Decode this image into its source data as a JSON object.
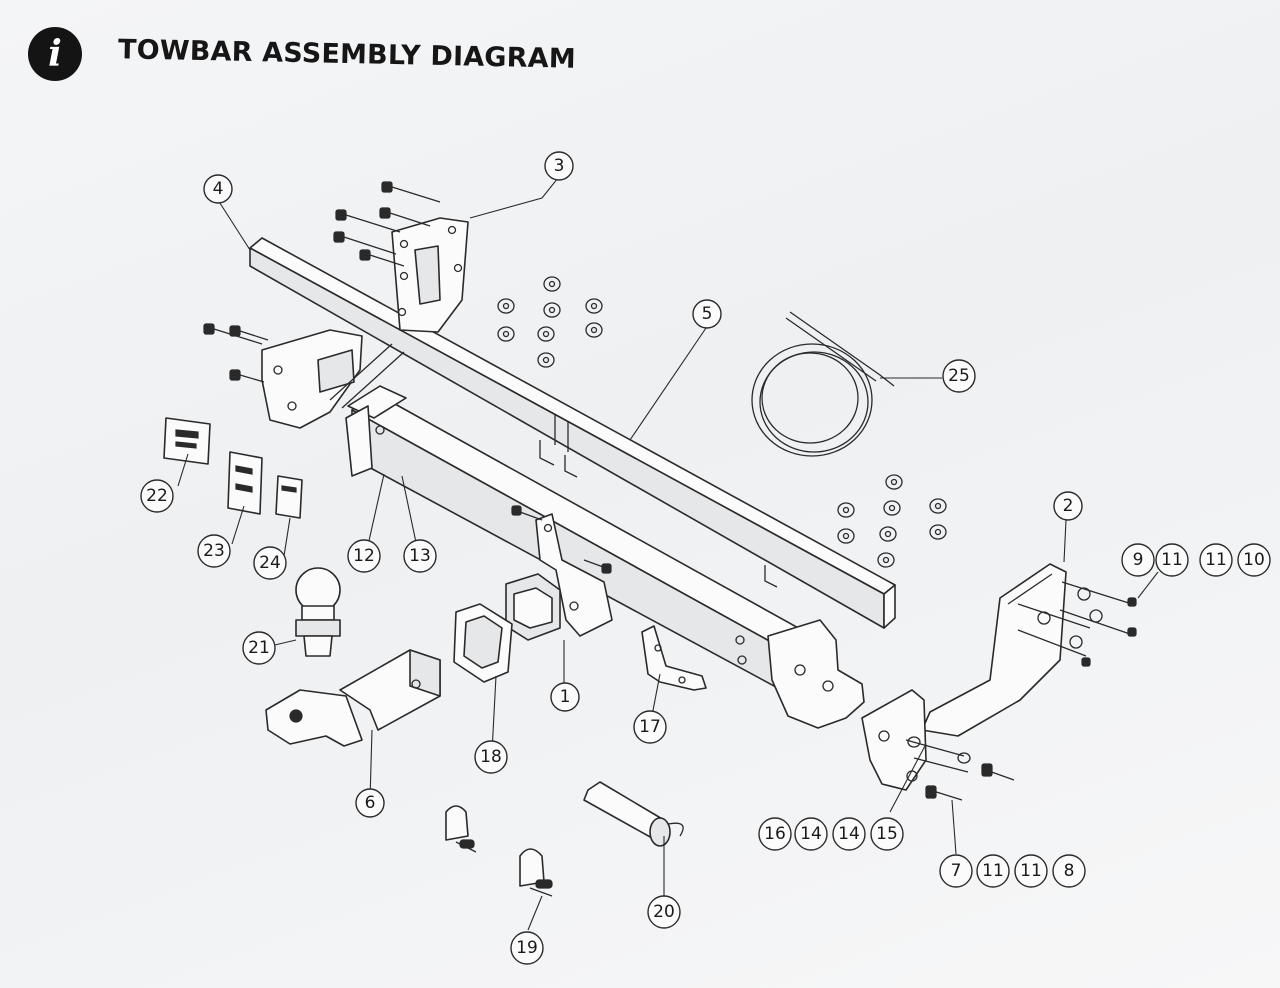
{
  "header": {
    "icon": "info-icon",
    "icon_glyph": "i",
    "title": "TOWBAR ASSEMBLY DIAGRAM"
  },
  "callouts": [
    {
      "id": "c1",
      "label": "1"
    },
    {
      "id": "c2",
      "label": "2"
    },
    {
      "id": "c3",
      "label": "3"
    },
    {
      "id": "c4",
      "label": "4"
    },
    {
      "id": "c5",
      "label": "5"
    },
    {
      "id": "c6",
      "label": "6"
    },
    {
      "id": "c7",
      "label": "7"
    },
    {
      "id": "c11a",
      "label": "11"
    },
    {
      "id": "c11b",
      "label": "11"
    },
    {
      "id": "c8",
      "label": "8"
    },
    {
      "id": "c9",
      "label": "9"
    },
    {
      "id": "c11c",
      "label": "11"
    },
    {
      "id": "c11d",
      "label": "11"
    },
    {
      "id": "c10",
      "label": "10"
    },
    {
      "id": "c12",
      "label": "12"
    },
    {
      "id": "c13",
      "label": "13"
    },
    {
      "id": "c16",
      "label": "16"
    },
    {
      "id": "c14a",
      "label": "14"
    },
    {
      "id": "c14b",
      "label": "14"
    },
    {
      "id": "c15",
      "label": "15"
    },
    {
      "id": "c17",
      "label": "17"
    },
    {
      "id": "c18",
      "label": "18"
    },
    {
      "id": "c19",
      "label": "19"
    },
    {
      "id": "c20",
      "label": "20"
    },
    {
      "id": "c21",
      "label": "21"
    },
    {
      "id": "c22",
      "label": "22"
    },
    {
      "id": "c23",
      "label": "23"
    },
    {
      "id": "c24",
      "label": "24"
    },
    {
      "id": "c25",
      "label": "25"
    }
  ]
}
